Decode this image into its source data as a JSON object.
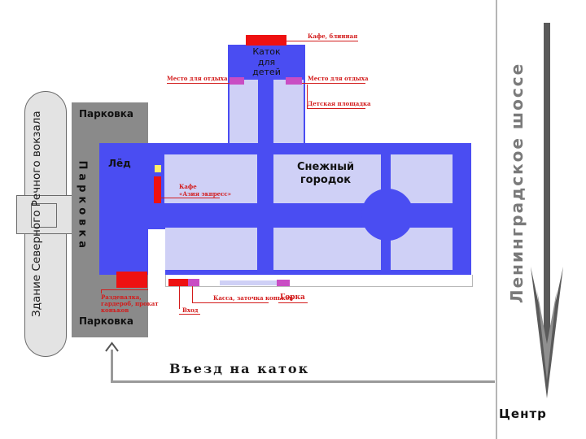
{
  "building": {
    "label": "Здание Северного Речного вокзала"
  },
  "parking": {
    "top": "Парковка",
    "side": "Парковка",
    "bottom": "Парковка"
  },
  "rink": {
    "kids_rink": "Каток для детей",
    "ice": "Лёд",
    "snow_town": "Снежный городок"
  },
  "labels": {
    "cafe_top": "Кафе, блинная",
    "rest_left": "Место для отдыха",
    "rest_right": "Место для отдыха",
    "playground": "Детская площадка",
    "cafe_mid_1": "Кафе",
    "cafe_mid_2": "«Азия экпресс»",
    "cloakroom": "Раздевалка, гардероб, прокат коньков",
    "entrance": "Вход",
    "cashier": "Касса, заточка коньков",
    "slide": "Горка"
  },
  "road": {
    "highway": "Ленинградское шоссе",
    "direction": "Центр"
  },
  "entry_sign": "Въезд на каток",
  "colors": {
    "rink": "#4a4df2",
    "light_zone": "#cfd0f6",
    "red": "#ee1111",
    "pink": "#c94dc4",
    "parking": "#8a8a8a"
  }
}
